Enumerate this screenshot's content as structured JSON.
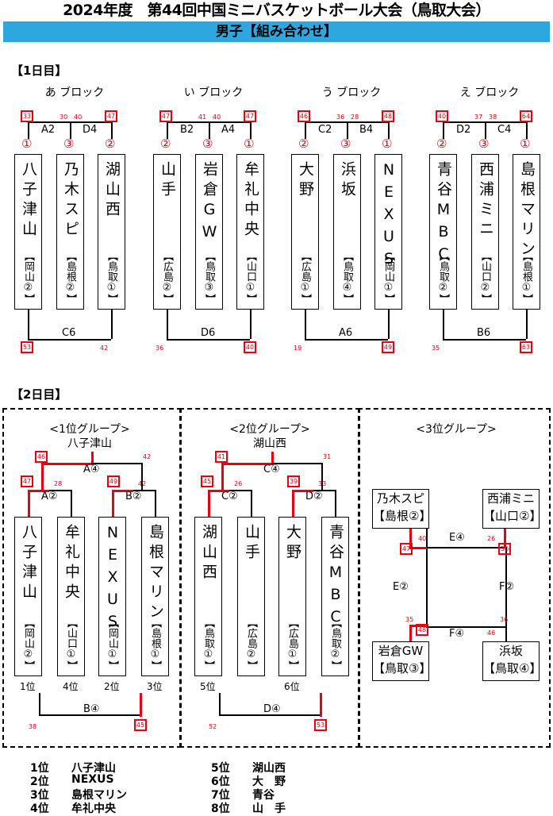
{
  "title": "2024年度　第44回中国ミニバスケットボール大会（鳥取大会）",
  "subtitle": "男子【組み合わせ】",
  "day1": {
    "label": "【1日目】",
    "blocks": [
      {
        "label": "あ ブロック",
        "top_left": "A2",
        "top_right": "D4",
        "bottom": "C6",
        "scores": {
          "tl": "33",
          "tm1": "30",
          "tm2": "40",
          "tr": "47",
          "bl": "53",
          "br": "42"
        },
        "teams": [
          {
            "seed": "①",
            "name": "八子津山",
            "pref": "【岡山②】"
          },
          {
            "seed": "③",
            "name": "乃木スピ",
            "pref": "【島根②】"
          },
          {
            "seed": "②",
            "name": "湖山西",
            "pref": "【鳥取①】"
          }
        ]
      },
      {
        "label": "い ブロック",
        "top_left": "B2",
        "top_right": "A4",
        "bottom": "D6",
        "scores": {
          "tl": "47",
          "tm1": "41",
          "tm2": "40",
          "tr": "47",
          "bl": "36",
          "br": "40"
        },
        "teams": [
          {
            "seed": "②",
            "name": "山手",
            "pref": "【広島②】"
          },
          {
            "seed": "③",
            "name": "岩倉GW",
            "pref": "【鳥取③】"
          },
          {
            "seed": "①",
            "name": "牟礼中央",
            "pref": "【山口①】"
          }
        ]
      },
      {
        "label": "う ブロック",
        "top_left": "C2",
        "top_right": "B4",
        "bottom": "A6",
        "scores": {
          "tl": "46",
          "tm1": "36",
          "tm2": "28",
          "tr": "48",
          "bl": "19",
          "br": "49"
        },
        "teams": [
          {
            "seed": "②",
            "name": "大野",
            "pref": "【広島①】"
          },
          {
            "seed": "③",
            "name": "浜坂",
            "pref": "【鳥取④】"
          },
          {
            "seed": "①",
            "name": "NEXUS",
            "pref": "【岡山①】"
          }
        ]
      },
      {
        "label": "え ブロック",
        "top_left": "D2",
        "top_right": "C4",
        "bottom": "B6",
        "scores": {
          "tl": "40",
          "tm1": "37",
          "tm2": "38",
          "tr": "64",
          "bl": "35",
          "br": "63"
        },
        "teams": [
          {
            "seed": "②",
            "name": "青谷MBC",
            "pref": "【鳥取②】"
          },
          {
            "seed": "③",
            "name": "西浦ミニ",
            "pref": "【山口②】"
          },
          {
            "seed": "①",
            "name": "島根マリン",
            "pref": "【島根①】"
          }
        ]
      }
    ]
  },
  "day2": {
    "label": "【2日目】",
    "groups": [
      {
        "label": "<1位グループ>",
        "winner": "八子津山",
        "final": "A④",
        "semi_left": "A②",
        "semi_right": "B②",
        "third": "B④",
        "scores": {
          "final_l": "46",
          "final_r": "42",
          "sl_l": "47",
          "sl_r": "28",
          "sr_l": "49",
          "sr_r": "42",
          "third_l": "38",
          "third_r": "45"
        },
        "teams": [
          {
            "name": "八子津山",
            "pref": "【岡山②】",
            "rank": "1位"
          },
          {
            "name": "牟礼中央",
            "pref": "【山口①】",
            "rank": "4位"
          },
          {
            "name": "NEXUS",
            "pref": "【岡山①】",
            "rank": "2位"
          },
          {
            "name": "島根マリン",
            "pref": "【島根①】",
            "rank": "3位"
          }
        ]
      },
      {
        "label": "<2位グループ>",
        "winner": "湖山西",
        "final": "C④",
        "semi_left": "C②",
        "semi_right": "D②",
        "third": "D④",
        "scores": {
          "final_l": "41",
          "final_r": "31",
          "sl_l": "45",
          "sl_r": "26",
          "sr_l": "39",
          "sr_r": "33",
          "third_l": "52",
          "third_r": "53"
        },
        "teams": [
          {
            "name": "湖山西",
            "pref": "【鳥取①】",
            "rank": "5位"
          },
          {
            "name": "山手",
            "pref": "【広島②】",
            "rank": ""
          },
          {
            "name": "大野",
            "pref": "【広島①】",
            "rank": "6位"
          },
          {
            "name": "青谷MBC",
            "pref": "【鳥取②】",
            "rank": ""
          }
        ]
      },
      {
        "label": "<3位グループ>",
        "teams": [
          {
            "name": "乃木スピ",
            "pref": "【島根②】"
          },
          {
            "name": "西浦ミニ",
            "pref": "【山口②】"
          },
          {
            "name": "岩倉GW",
            "pref": "【鳥取③】"
          },
          {
            "name": "浜坂",
            "pref": "【鳥取④】"
          }
        ],
        "games": {
          "top": "E④",
          "left": "E②",
          "right": "F②",
          "bottom": "F④"
        },
        "scores": {
          "tl_box": "47",
          "tl_in": "40",
          "tr_in": "26",
          "tr_box": "50",
          "bl_in": "35",
          "bl_box": "48",
          "br_in": "36",
          "br_out": "46"
        }
      }
    ]
  },
  "results": [
    {
      "rank": "1位",
      "team": "八子津山"
    },
    {
      "rank": "2位",
      "team": "NEXUS"
    },
    {
      "rank": "3位",
      "team": "島根マリン"
    },
    {
      "rank": "4位",
      "team": "牟礼中央"
    },
    {
      "rank": "5位",
      "team": "湖山西"
    },
    {
      "rank": "6位",
      "team": "大　野"
    },
    {
      "rank": "7位",
      "team": "青谷"
    },
    {
      "rank": "8位",
      "team": "山　手"
    }
  ],
  "colors": {
    "accent_band": "#2ea7e0",
    "win_red": "#e60012"
  }
}
